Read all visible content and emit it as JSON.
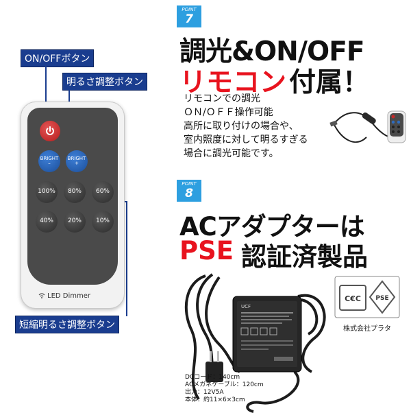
{
  "labels": {
    "onoff": "ON/OFFボタン",
    "brightness": "明るさ調整ボタン",
    "short_brightness": "短縮明るさ調整ボタン"
  },
  "remote": {
    "bright_minus": "BRIGHT\n–",
    "bright_plus": "BRIGHT\n+",
    "levels": [
      "100%",
      "80%",
      "60%",
      "40%",
      "20%",
      "10%"
    ],
    "brand": "LED Dimmer"
  },
  "point7": {
    "badge_label": "POINT",
    "badge_number": "7",
    "title_line1": "調光&ON/OFF",
    "title_line2_red": "リモコン",
    "title_line2_black": "付属！",
    "description": [
      "リモコンでの調光",
      "ＯＮ/ＯＦＦ操作可能",
      "高所に取り付けの場合や、",
      "室内照度に対して明るすぎる",
      "場合に調光可能です。"
    ]
  },
  "point8": {
    "badge_label": "POINT",
    "badge_number": "8",
    "title_line1": "ACアダプターは",
    "title_line2_red": "PSE",
    "title_line2_black": "認証済製品"
  },
  "adapter": {
    "brand": "UCF",
    "specs": [
      "DCコード：140cm",
      "ACメガネケーブル：120cm",
      "出力：12V5A",
      "本体：約11×6×3cm"
    ],
    "cert_left": "C€C",
    "cert_right": "PSE",
    "company": "株式会社プラタ"
  },
  "colors": {
    "label_bg": "#1a3d8f",
    "accent_red": "#e8131e",
    "badge_blue": "#2d9fe0"
  }
}
